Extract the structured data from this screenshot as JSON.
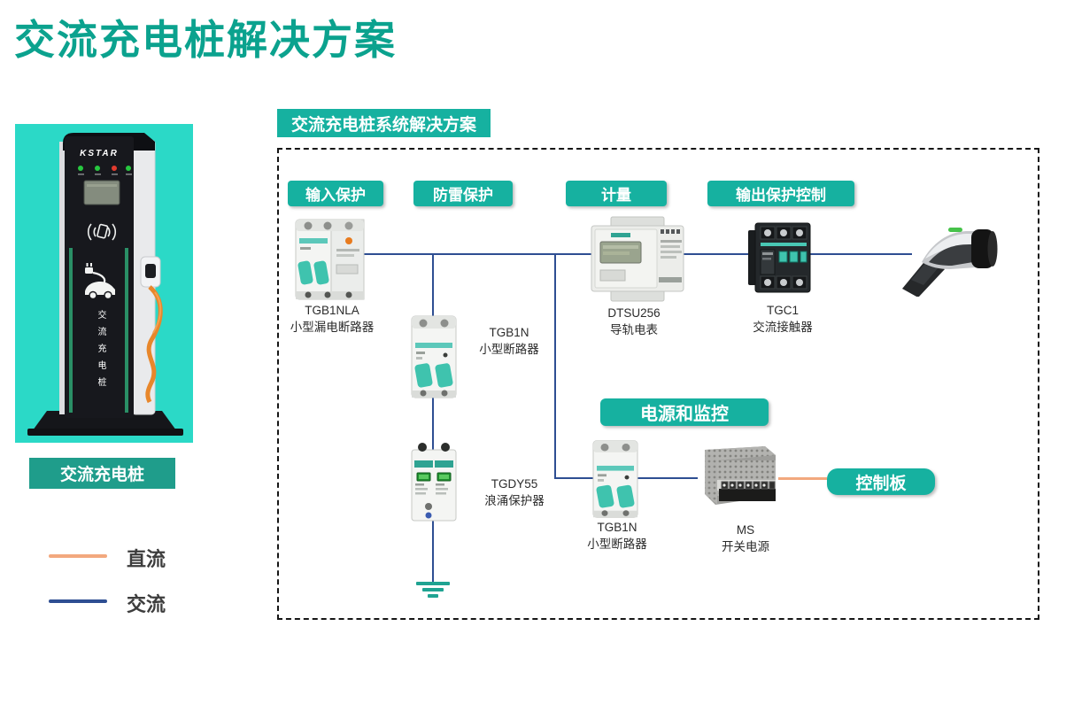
{
  "page": {
    "title": "交流充电桩解决方案"
  },
  "pile": {
    "brand": "KSTAR",
    "vertical_label": "交流充电桩",
    "badge": "交流充电桩"
  },
  "legend": {
    "dc_label": "直流",
    "ac_label": "交流",
    "dc_color": "#F2A87E",
    "ac_color": "#2E4E92"
  },
  "diagram": {
    "title": "交流充电桩系统解决方案",
    "tags": [
      {
        "label": "输入保护"
      },
      {
        "label": "防雷保护"
      },
      {
        "label": "计量"
      },
      {
        "label": "输出保护控制"
      },
      {
        "label": "电源和监控"
      },
      {
        "label": "控制板"
      }
    ],
    "components": [
      {
        "model": "TGB1NLA",
        "name": "小型漏电断路器"
      },
      {
        "model": "TGB1N",
        "name": "小型断路器"
      },
      {
        "model": "TGDY55",
        "name": "浪涌保护器"
      },
      {
        "model": "DTSU256",
        "name": "导轨电表"
      },
      {
        "model": "TGC1",
        "name": "交流接触器"
      },
      {
        "model": "TGB1N",
        "name": "小型断路器"
      },
      {
        "model": "MS",
        "name": "开关电源"
      }
    ],
    "colors": {
      "accent_teal": "#16B1A0",
      "badge_dark_teal": "#1F9D8B",
      "title_green": "#0BA28E",
      "photo_background": "#2BD9C7",
      "ac_wire": "#2E4E92",
      "dc_wire": "#F2A87E",
      "ground_symbol": "#1FA392"
    }
  }
}
